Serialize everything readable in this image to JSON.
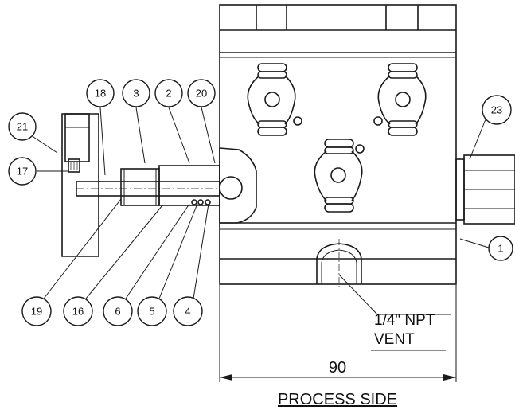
{
  "callouts": [
    "18",
    "3",
    "2",
    "20",
    "21",
    "17",
    "23",
    "1",
    "19",
    "16",
    "6",
    "5",
    "4"
  ],
  "vent_note": {
    "line1": "1/4\" NPT",
    "line2": "VENT"
  },
  "dimension": "90",
  "caption": "PROCESS SIDE"
}
